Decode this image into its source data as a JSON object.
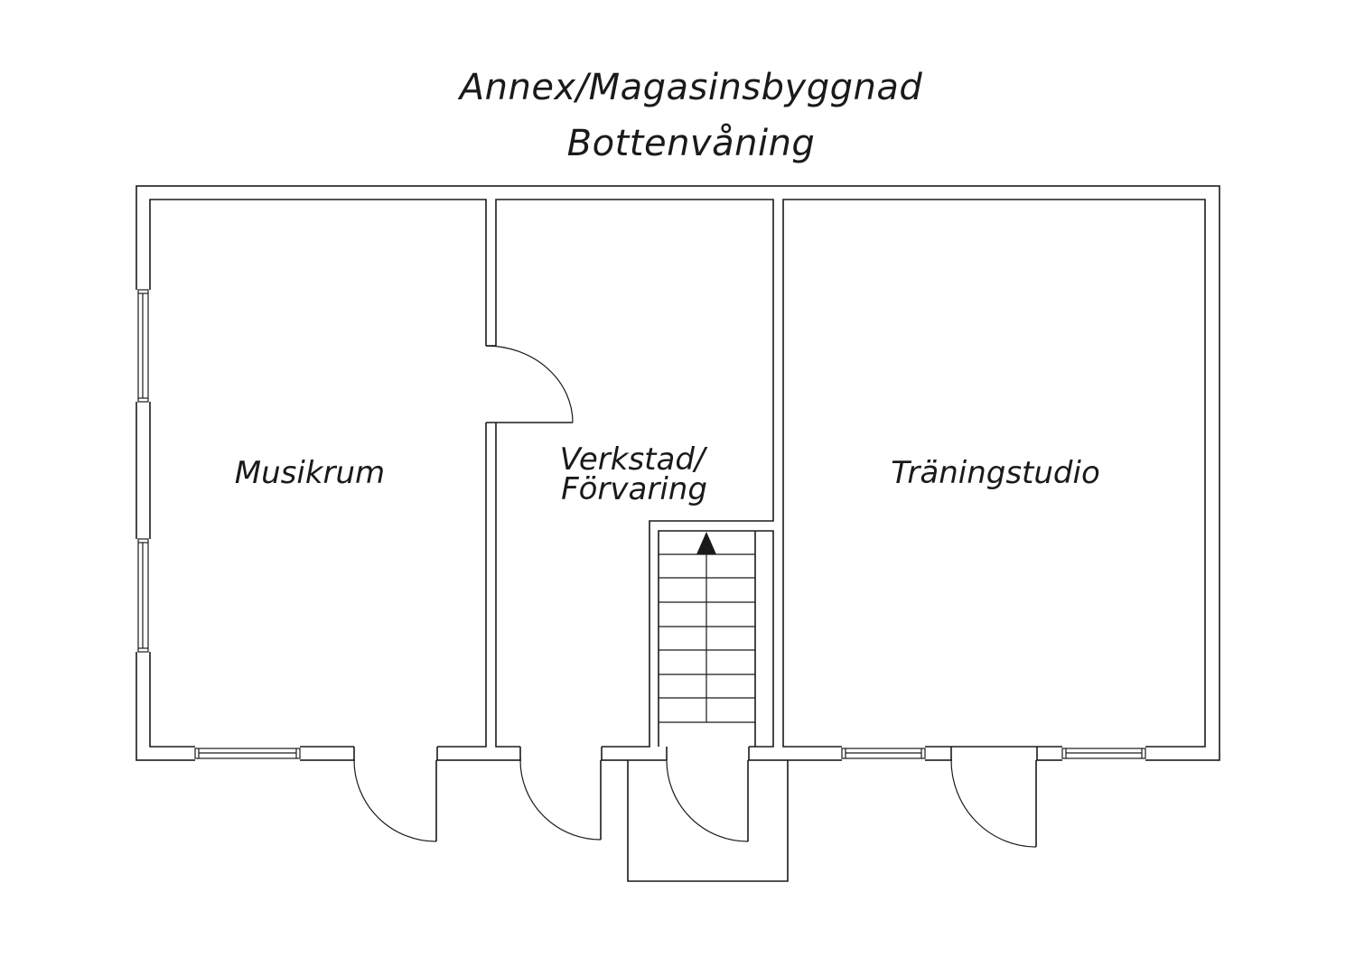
{
  "header": {
    "title": "Annex/Magasinsbyggnad",
    "subtitle": "Bottenvåning"
  },
  "rooms": {
    "musikrum": "Musikrum",
    "verkstad_line1": "Verkstad/",
    "verkstad_line2": "Förvaring",
    "traning": "Träningstudio"
  },
  "colors": {
    "line": "#1a1a1a",
    "background": "#ffffff"
  }
}
